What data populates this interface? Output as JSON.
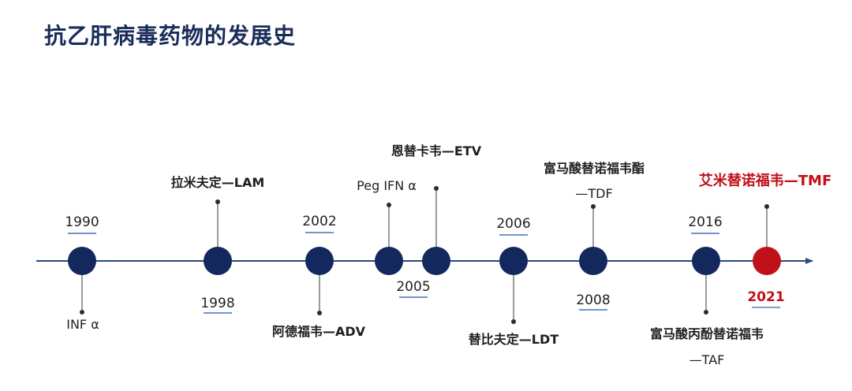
{
  "title": "抗乙肝病毒药物的发展史",
  "colors": {
    "node": "#13285c",
    "node_highlight": "#c0101a",
    "axis": "#2a4a78",
    "text": "#1f1f1f",
    "highlight_text": "#c0101a"
  },
  "events": [
    {
      "id": "e1990",
      "year": "1990",
      "drug_lines": [
        "INF α"
      ]
    },
    {
      "id": "e1998",
      "year": "1998",
      "drug_lines": [
        "拉米夫定—LAM"
      ]
    },
    {
      "id": "e2002",
      "year": "2002",
      "drug_lines": [
        "阿德福韦—ADV"
      ]
    },
    {
      "id": "e2005a",
      "year": "",
      "drug_lines": [
        "Peg  IFN α"
      ]
    },
    {
      "id": "e2005b",
      "year": "2005",
      "drug_lines": [
        "恩替卡韦—ETV"
      ]
    },
    {
      "id": "e2006",
      "year": "2006",
      "drug_lines": [
        "替比夫定—LDT"
      ]
    },
    {
      "id": "e2008",
      "year": "2008",
      "drug_lines": [
        "富马酸替诺福韦酯",
        "—TDF"
      ]
    },
    {
      "id": "e2016",
      "year": "2016",
      "drug_lines": [
        "富马酸丙酚替诺福韦",
        "—TAF"
      ]
    },
    {
      "id": "e2021",
      "year": "2021",
      "drug_lines": [
        "艾米替诺福韦—TMF"
      ],
      "highlight": true
    }
  ]
}
